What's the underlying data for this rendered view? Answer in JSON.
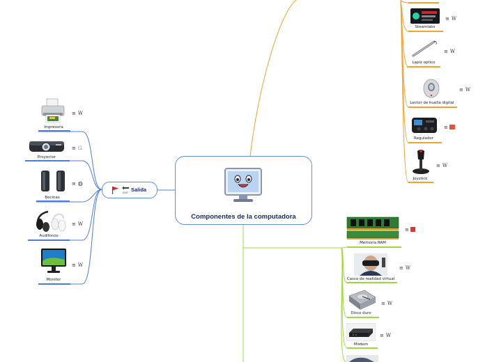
{
  "central": {
    "title": "Componentes de la computadora"
  },
  "salida": {
    "label": "Salida",
    "icon_caption": "EXIT"
  },
  "left_items": [
    {
      "label": "Impresora",
      "note_icon": "wikipedia"
    },
    {
      "label": "Proyector",
      "note_icon": "google-search"
    },
    {
      "label": "Bocinas",
      "note_icon": "globe"
    },
    {
      "label": "Audifonos",
      "note_icon": "wikipedia"
    },
    {
      "label": "Monitor",
      "note_icon": "wikipedia"
    }
  ],
  "upper_right_items": [
    {
      "label": "Steamlabs",
      "note_icon": "wikipedia"
    },
    {
      "label": "Lapiz optico",
      "note_icon": "wikipedia"
    },
    {
      "label": "Lector de huella digital",
      "note_icon": "wikipedia"
    },
    {
      "label": "Regulador",
      "note_icon": "office-logo"
    },
    {
      "label": "Joystick",
      "note_icon": "wikipedia"
    }
  ],
  "lower_right_items": [
    {
      "label": "Memoria RAM",
      "note_icon": "slides-logo"
    },
    {
      "label": "Casco de realidad virtual",
      "note_icon": "wikipedia"
    },
    {
      "label": "Disco duro",
      "note_icon": "wikipedia"
    },
    {
      "label": "Modem",
      "note_icon": "wikipedia"
    }
  ],
  "note_glyphs": {
    "notes": "≡",
    "wikipedia": "W",
    "google-search": "G",
    "globe": "🌐"
  },
  "colors": {
    "central_border": "#5b8fd6",
    "left_branch": "#4b7be0",
    "upper_right_branch": "#f2a12b",
    "lower_right_branch": "#9ed83a",
    "title_text": "#1a2b6e"
  }
}
